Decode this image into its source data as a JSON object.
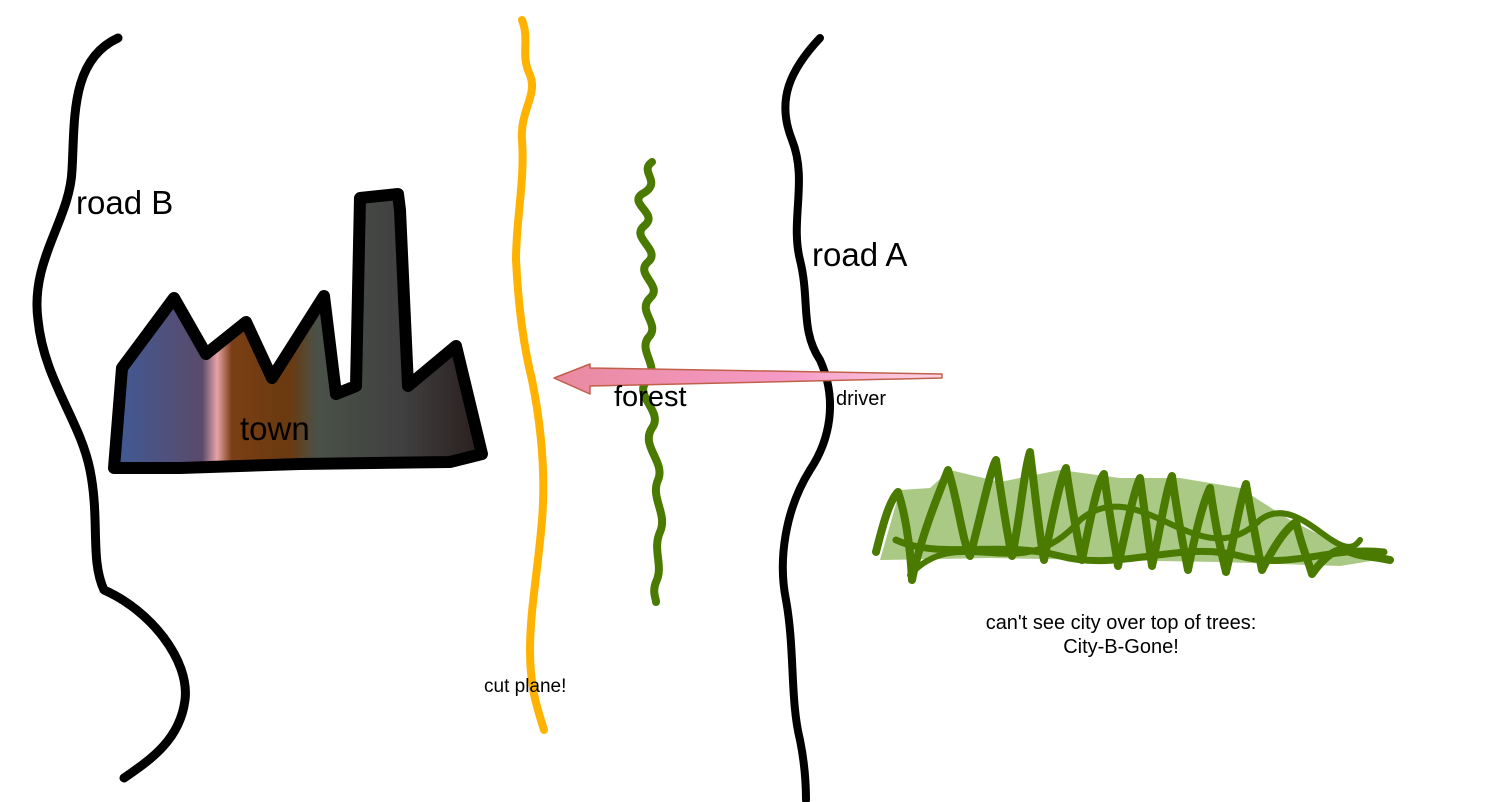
{
  "labels": {
    "road_b": "road B",
    "road_a": "road A",
    "town": "town",
    "forest": "forest",
    "driver": "driver",
    "cut_plane": "cut plane!",
    "note_line1": "can't see city over top of trees:",
    "note_line2": "City-B-Gone!"
  },
  "colors": {
    "road": "#000000",
    "cut_plane": "#ffb300",
    "forest": "#4a7a00",
    "forest_fill": "#9bbf6e",
    "arrow_fill": "#f08aa6",
    "arrow_stroke": "#c0604a",
    "town_gradient": [
      "#3f5a96",
      "#5a4a6a",
      "#e7a3a6",
      "#7a3e14",
      "#6a3a10",
      "#4a5248",
      "#404040",
      "#2a1e1e"
    ]
  }
}
